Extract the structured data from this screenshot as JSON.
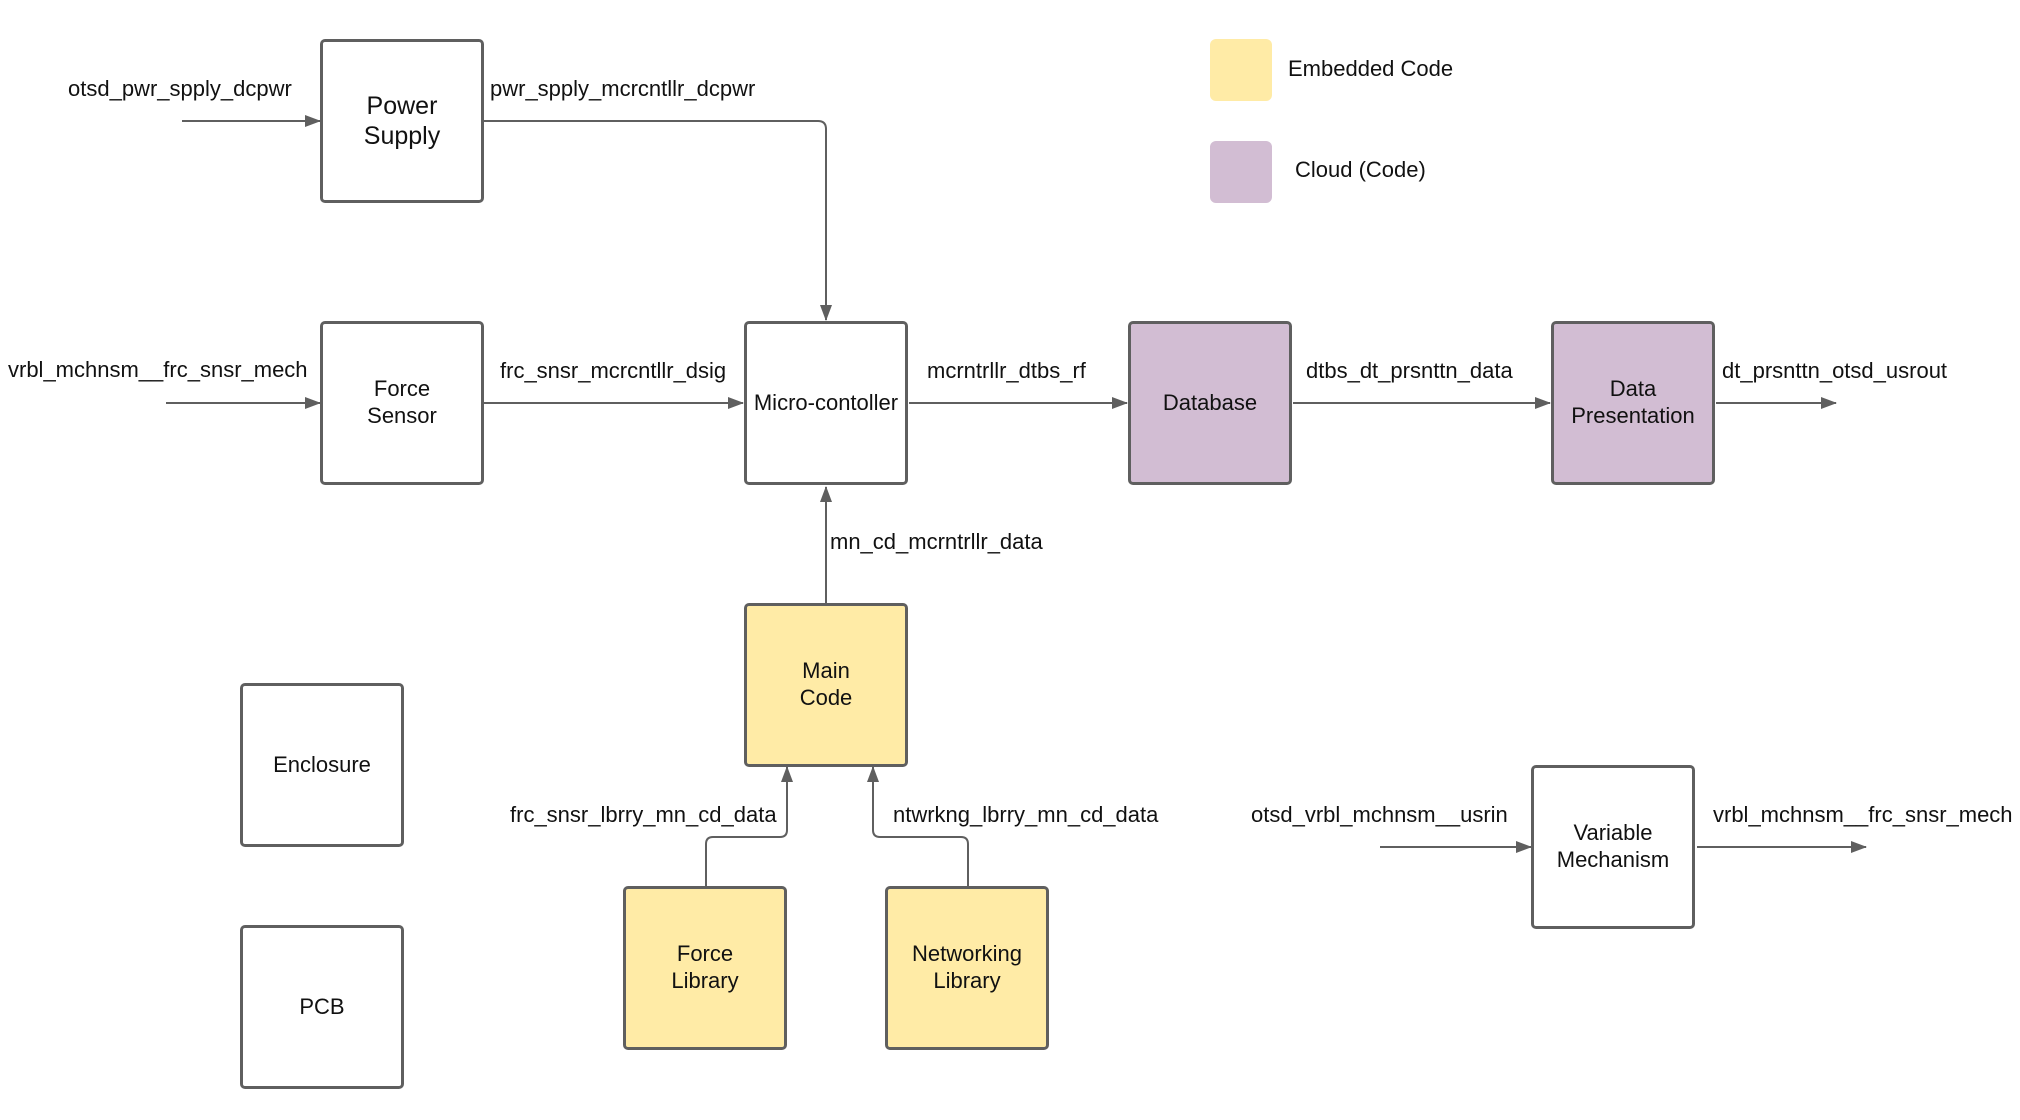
{
  "colors": {
    "embedded": "#FFEBA6",
    "cloud": "#D2BDD3",
    "line": "#5F5F5F"
  },
  "legend": {
    "embedded_label": "Embedded Code",
    "cloud_label": "Cloud (Code)"
  },
  "blocks": {
    "power_supply": "Power\nSupply",
    "force_sensor": "Force\nSensor",
    "microcontroller": "Micro-contoller",
    "database": "Database",
    "data_presentation": "Data\nPresentation",
    "main_code": "Main\nCode",
    "enclosure": "Enclosure",
    "pcb": "PCB",
    "force_library": "Force\nLibrary",
    "networking_library": "Networking\nLibrary",
    "variable_mechanism": "Variable\nMechanism"
  },
  "flows": {
    "otsd_pwr_spply": "otsd_pwr_spply_dcpwr",
    "pwr_spply_mcrcntllr": "pwr_spply_mcrcntllr_dcpwr",
    "vrbl_mchnsm_in": "vrbl_mchnsm__frc_snsr_mech",
    "frc_snsr_mcrcntllr": "frc_snsr_mcrcntllr_dsig",
    "mcrntrllr_dtbs": "mcrntrllr_dtbs_rf",
    "dtbs_dt_prsnttn": "dtbs_dt_prsnttn_data",
    "dt_prsnttn_otsd": "dt_prsnttn_otsd_usrout",
    "mn_cd_mcrntrllr": "mn_cd_mcrntrllr_data",
    "frc_snsr_lbrry": "frc_snsr_lbrry_mn_cd_data",
    "ntwrkng_lbrry": "ntwrkng_lbrry_mn_cd_data",
    "otsd_vrbl_mchnsm": "otsd_vrbl_mchnsm__usrin",
    "vrbl_mchnsm_out": "vrbl_mchnsm__frc_snsr_mech"
  }
}
